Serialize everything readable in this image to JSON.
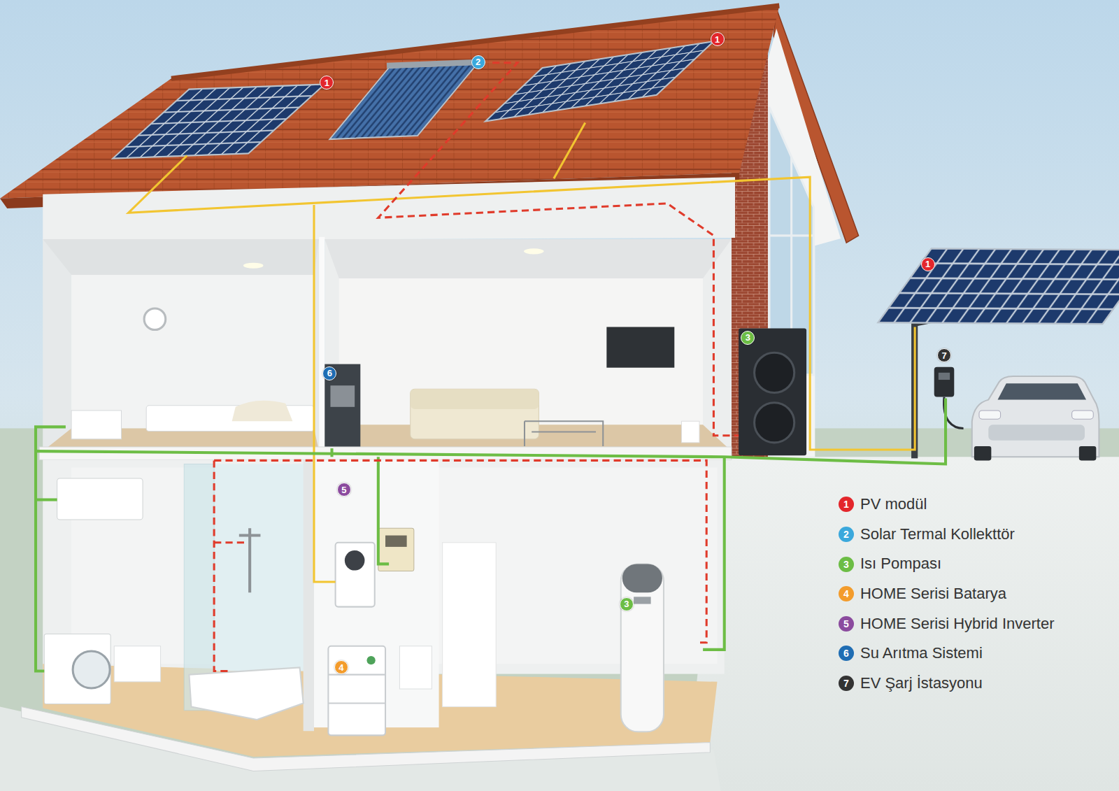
{
  "diagram": {
    "nodes": [
      {
        "text": [
          "1"
        ]
      },
      {
        "text": [
          "2"
        ]
      },
      {
        "text": [
          "1"
        ]
      },
      {
        "text": [
          "1"
        ]
      },
      {
        "text": [
          "3"
        ]
      },
      {
        "text": [
          "7"
        ]
      },
      {
        "text": [
          "6"
        ]
      },
      {
        "text": [
          "5"
        ]
      },
      {
        "text": [
          "3"
        ]
      },
      {
        "text": [
          "4"
        ]
      }
    ],
    "labels": [
      "1",
      "2",
      "3",
      "4",
      "5",
      "6",
      "7"
    ],
    "legend": [
      {
        "text": "PV modül",
        "color": "#e3262b"
      },
      {
        "text": "Solar Termal Kollekttör",
        "color": "#3aa8dc"
      },
      {
        "text": "Isı Pompası",
        "color": "#6cbd45"
      },
      {
        "text": "HOME Serisi Batarya",
        "color": "#f39c2c"
      },
      {
        "text": "HOME Serisi Hybrid Inverter",
        "color": "#8b4b9e"
      },
      {
        "text": "Su Arıtma Sistemi",
        "color": "#1f6db3"
      },
      {
        "text": "EV Şarj İstasyonu",
        "color": "#333333"
      }
    ]
  }
}
